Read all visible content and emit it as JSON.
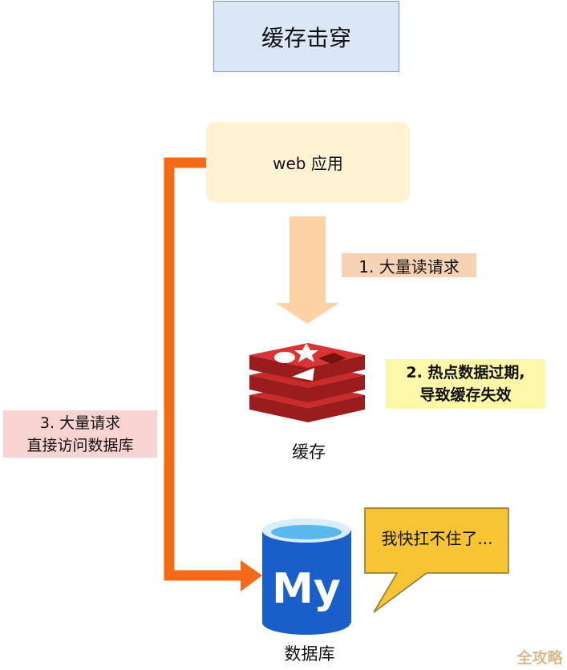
{
  "title": "缓存击穿",
  "nodes": {
    "web_app": "web 应用",
    "cache": "缓存",
    "database": "数据库",
    "db_logo_text": "My"
  },
  "steps": {
    "step1": "1. 大量读请求",
    "step2_line1": "2. 热点数据过期,",
    "step2_line2": "导致缓存失效",
    "step3_line1": "3. 大量请求",
    "step3_line2": "直接访问数据库"
  },
  "bubble": "我快扛不住了...",
  "watermark": "全攻略",
  "colors": {
    "title_bg": "#dbe6f6",
    "web_bg": "#fff3d4",
    "step1_bg": "#f8d2b4",
    "step2_bg": "#fdf8a8",
    "step3_bg": "#f9d2d2",
    "orange_arrow": "#f56a16",
    "down_arrow": "#fdd3a6",
    "redis_red": "#c92b2b",
    "mysql_blue": "#1a5ec9",
    "bubble_bg": "#f7c533"
  },
  "icons": [
    "redis-icon",
    "mysql-database-icon",
    "speech-bubble-icon"
  ]
}
